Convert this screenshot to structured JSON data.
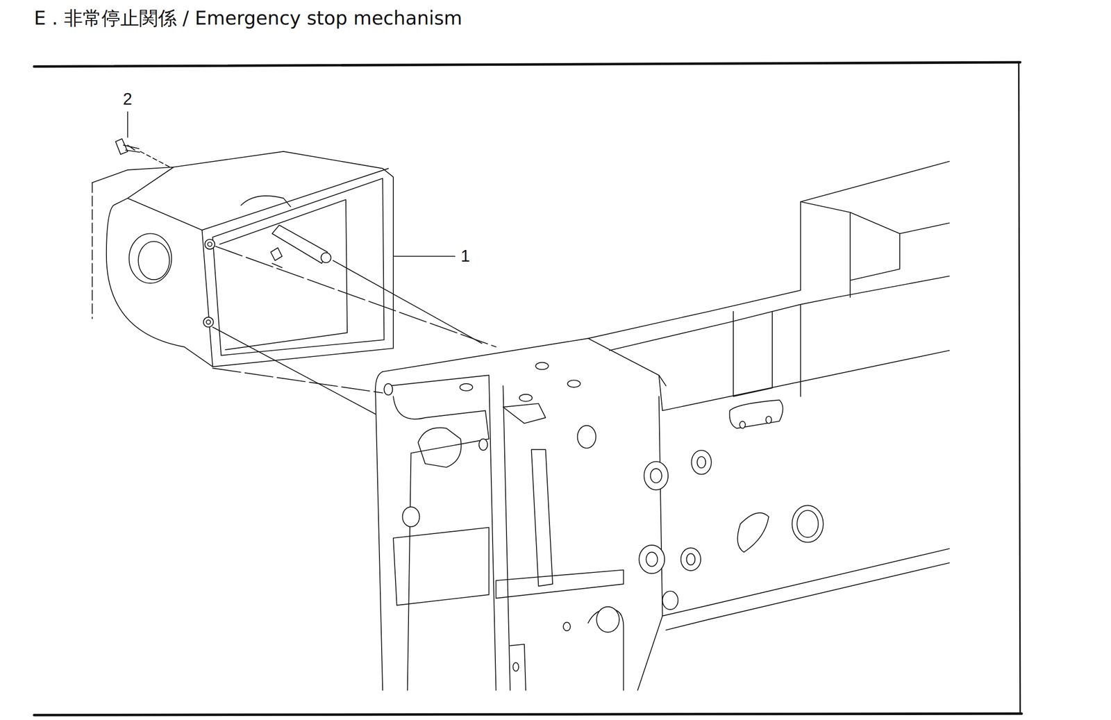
{
  "diagram": {
    "title": "E . 非常停止関係 / Emergency stop mechanism",
    "labels": [
      "2",
      "1"
    ]
  }
}
